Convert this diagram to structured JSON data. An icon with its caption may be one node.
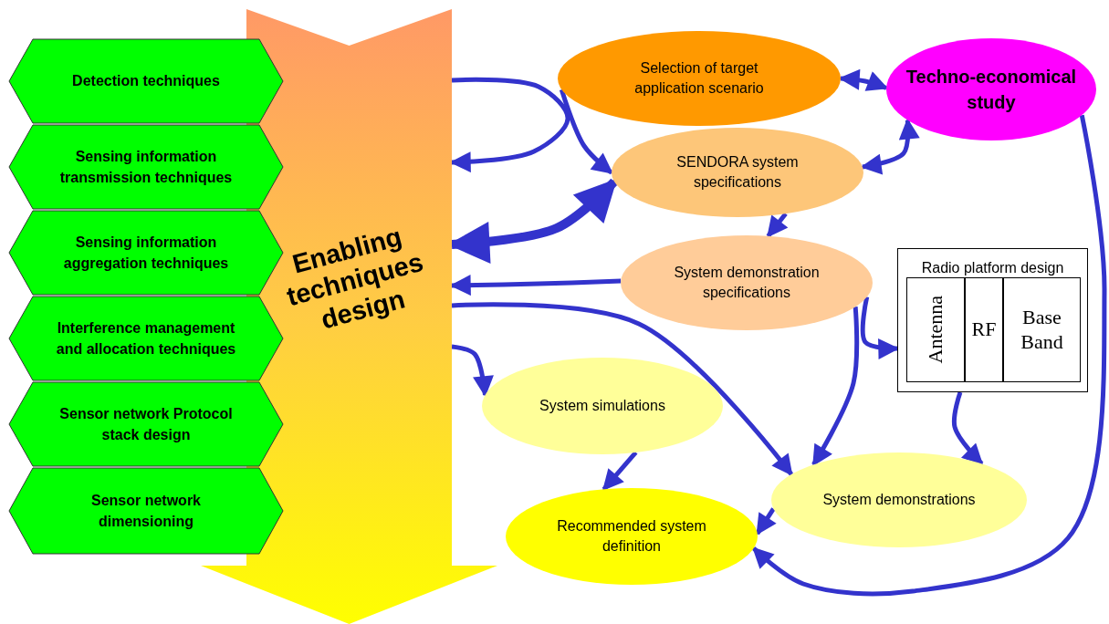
{
  "diagram": {
    "nodes": [
      {
        "text": [
          "Detection techniques"
        ]
      },
      {
        "text": [
          "Sensing information transmission techniques"
        ]
      },
      {
        "text": [
          "Sensing information aggregation techniques"
        ]
      },
      {
        "text": [
          "Interference management and allocation techniques"
        ]
      },
      {
        "text": [
          "Sensor network Protocol stack design"
        ]
      },
      {
        "text": [
          "Sensor network dimensioning"
        ]
      },
      {
        "text": [
          "Enabling techniques design"
        ]
      },
      {
        "text": [
          "Selection of target application scenario"
        ]
      },
      {
        "text": [
          "Techno-economical study"
        ]
      },
      {
        "text": [
          "SENDORA system specifications"
        ]
      },
      {
        "text": [
          "System demonstration specifications"
        ]
      },
      {
        "text": [
          "Radio platform design"
        ]
      },
      {
        "text": [
          "Antenna"
        ],
        "in": 11
      },
      {
        "text": [
          "RF"
        ],
        "in": 11
      },
      {
        "text": [
          "Base Band"
        ],
        "in": 11
      },
      {
        "text": [
          "System simulations"
        ]
      },
      {
        "text": [
          "System demonstrations"
        ]
      },
      {
        "text": [
          "Recommended system definition"
        ]
      }
    ],
    "edges": [
      {
        "from": 6,
        "to": 6,
        "arrow": "to"
      },
      {
        "from": 7,
        "to": 9,
        "arrow": "to"
      },
      {
        "from": 7,
        "to": 8,
        "arrow": "both"
      },
      {
        "from": 9,
        "to": 8,
        "arrow": "both"
      },
      {
        "from": 9,
        "to": 6,
        "arrow": "both",
        "style": "thick"
      },
      {
        "from": 9,
        "to": 10,
        "arrow": "to"
      },
      {
        "from": 10,
        "to": 6,
        "arrow": "to"
      },
      {
        "from": 6,
        "to": 16,
        "arrow": "to"
      },
      {
        "from": 6,
        "to": 15,
        "arrow": "to"
      },
      {
        "from": 10,
        "to": 11,
        "arrow": "to"
      },
      {
        "from": 10,
        "to": 16,
        "arrow": "to"
      },
      {
        "from": 11,
        "to": 16,
        "arrow": "to"
      },
      {
        "from": 15,
        "to": 17,
        "arrow": "to"
      },
      {
        "from": 16,
        "to": 17,
        "arrow": "to"
      },
      {
        "from": 8,
        "to": 17,
        "arrow": "to"
      }
    ]
  }
}
